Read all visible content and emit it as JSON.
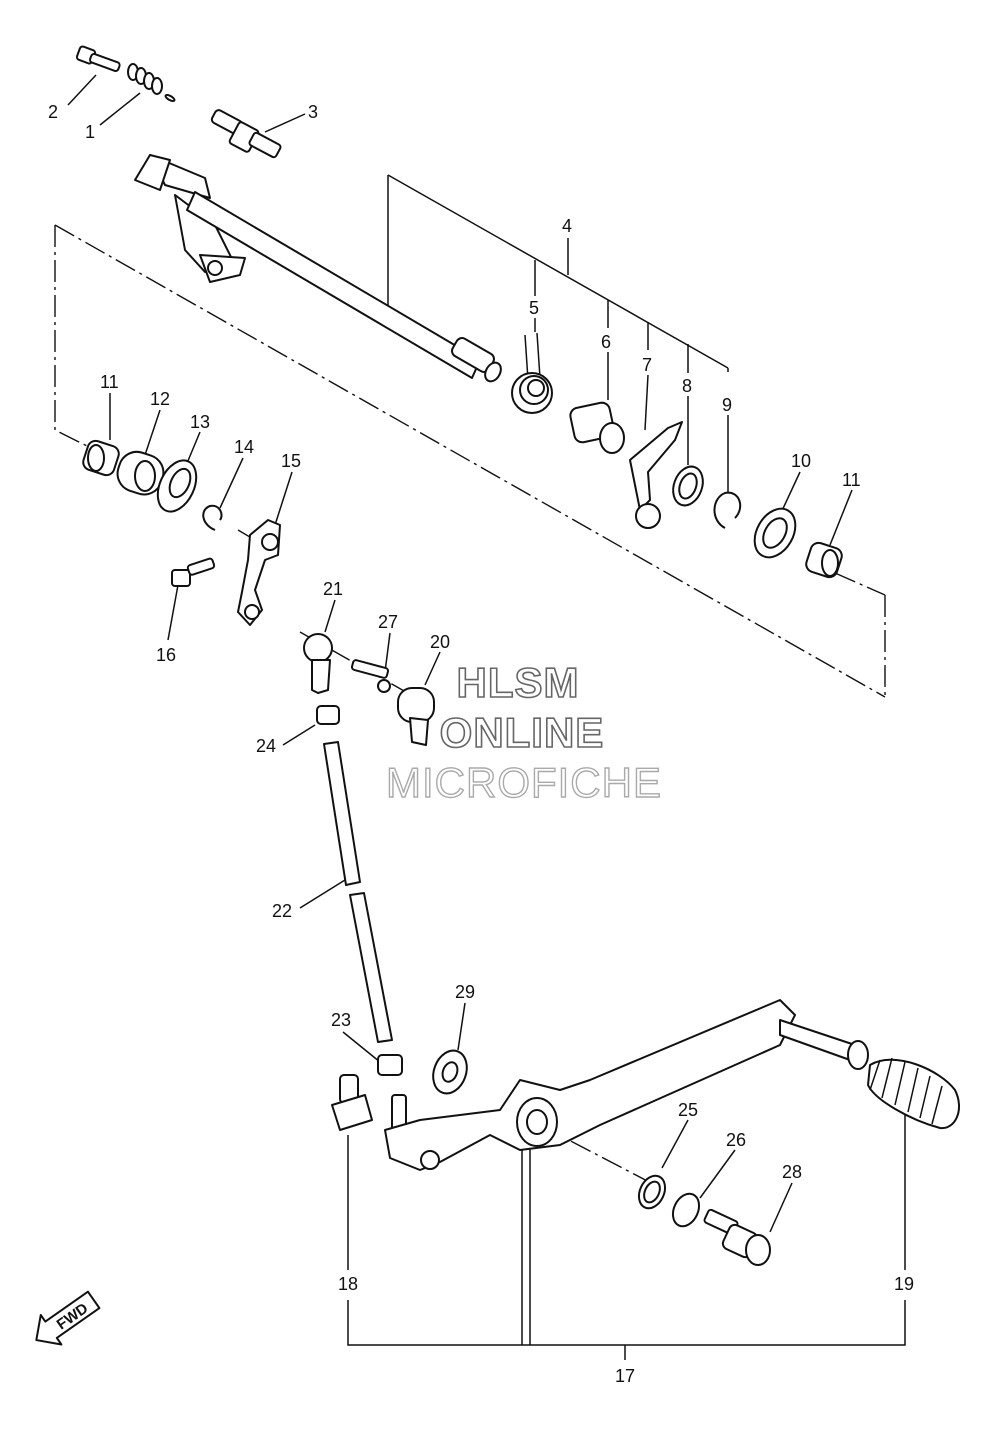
{
  "diagram": {
    "callouts": [
      "1",
      "2",
      "3",
      "4",
      "5",
      "6",
      "7",
      "8",
      "9",
      "10",
      "11",
      "11",
      "12",
      "13",
      "14",
      "15",
      "16",
      "17",
      "18",
      "19",
      "20",
      "21",
      "22",
      "23",
      "24",
      "25",
      "26",
      "27",
      "28",
      "29"
    ],
    "watermark": {
      "line1": "HLSM",
      "line2": "ONLINE",
      "line3": "MICROFICHE"
    },
    "fwd_label": "FWD"
  }
}
